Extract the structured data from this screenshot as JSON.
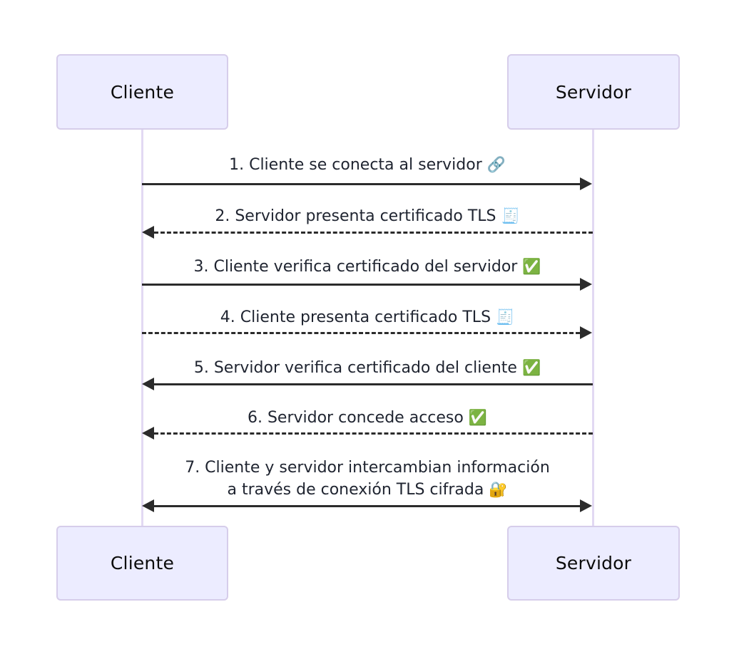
{
  "diagram": {
    "type": "sequence-diagram",
    "title": "",
    "background_color": "#ffffff",
    "participant_fill": "#ECECFF",
    "participant_stroke": "#D6CDEA",
    "lifeline_color": "#E2D9F3",
    "arrow_color": "#2b2b2b",
    "text_color": "#1f2430"
  },
  "participants": [
    {
      "id": "cliente",
      "label": "Cliente"
    },
    {
      "id": "servidor",
      "label": "Servidor"
    }
  ],
  "participants_bottom": [
    {
      "id": "cliente-bottom",
      "label": "Cliente"
    },
    {
      "id": "servidor-bottom",
      "label": "Servidor"
    }
  ],
  "messages": [
    {
      "number": "1.",
      "text": "1. Cliente se conecta al servidor",
      "emoji": "🔗",
      "emoji_name": "link-icon",
      "from": "cliente",
      "to": "servidor",
      "direction": "right",
      "style": "solid"
    },
    {
      "number": "2.",
      "text": "2. Servidor presenta certificado TLS",
      "emoji": "🧾",
      "emoji_name": "certificate-icon",
      "from": "servidor",
      "to": "cliente",
      "direction": "left",
      "style": "dashed"
    },
    {
      "number": "3.",
      "text": "3. Cliente verifica certificado del servidor",
      "emoji": "✅",
      "emoji_name": "check-mark-icon",
      "from": "cliente",
      "to": "servidor",
      "direction": "right",
      "style": "solid"
    },
    {
      "number": "4.",
      "text": "4. Cliente presenta certificado TLS",
      "emoji": "🧾",
      "emoji_name": "certificate-icon",
      "from": "cliente",
      "to": "servidor",
      "direction": "right",
      "style": "dashed"
    },
    {
      "number": "5.",
      "text": "5. Servidor verifica certificado del cliente",
      "emoji": "✅",
      "emoji_name": "check-mark-icon",
      "from": "servidor",
      "to": "cliente",
      "direction": "left",
      "style": "solid"
    },
    {
      "number": "6.",
      "text": "6. Servidor concede acceso",
      "emoji": "✅",
      "emoji_name": "check-mark-icon",
      "from": "servidor",
      "to": "cliente",
      "direction": "left",
      "style": "dashed"
    },
    {
      "number": "7.",
      "text_line1": "7. Cliente y servidor intercambian información",
      "text_line2": "a través de conexión TLS cifrada",
      "emoji": "🔐",
      "emoji_name": "locked-with-key-icon",
      "from": "cliente",
      "to": "servidor",
      "direction": "both",
      "style": "solid"
    }
  ]
}
